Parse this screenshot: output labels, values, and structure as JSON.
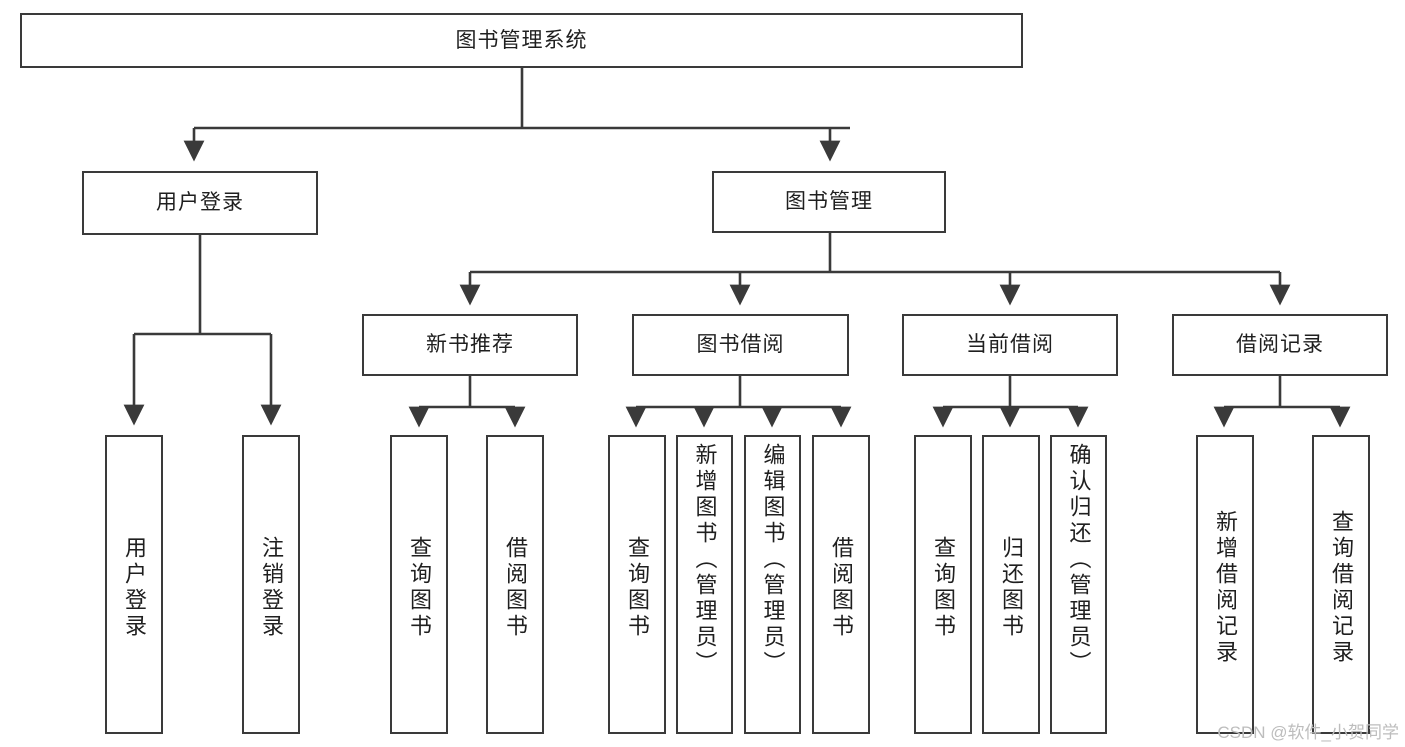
{
  "diagram": {
    "title": "图书管理系统",
    "type": "tree-hierarchy",
    "watermark": "CSDN @软件_小贺同学",
    "colors": {
      "box_border": "#3a3a3a",
      "box_fill": "#ffffff",
      "connector": "#3a3a3a",
      "text": "#1f1f1f",
      "watermark": "#bdbdbd",
      "background": "#ffffff"
    },
    "root": {
      "label": "图书管理系统"
    },
    "level1": [
      {
        "label": "用户登录"
      },
      {
        "label": "图书管理"
      }
    ],
    "level2": [
      {
        "label": "新书推荐"
      },
      {
        "label": "图书借阅"
      },
      {
        "label": "当前借阅"
      },
      {
        "label": "借阅记录"
      }
    ],
    "leaves": {
      "user_login": [
        {
          "label": "用户登录"
        },
        {
          "label": "注销登录"
        }
      ],
      "new_book_recommend": [
        {
          "label": "查询图书"
        },
        {
          "label": "借阅图书"
        }
      ],
      "book_borrow": [
        {
          "label": "查询图书"
        },
        {
          "label": "新增图书（管理员）"
        },
        {
          "label": "编辑图书（管理员）"
        },
        {
          "label": "借阅图书"
        }
      ],
      "current_borrow": [
        {
          "label": "查询图书"
        },
        {
          "label": "归还图书"
        },
        {
          "label": "确认归还（管理员）"
        }
      ],
      "borrow_record": [
        {
          "label": "新增借阅记录"
        },
        {
          "label": "查询借阅记录"
        }
      ]
    }
  }
}
